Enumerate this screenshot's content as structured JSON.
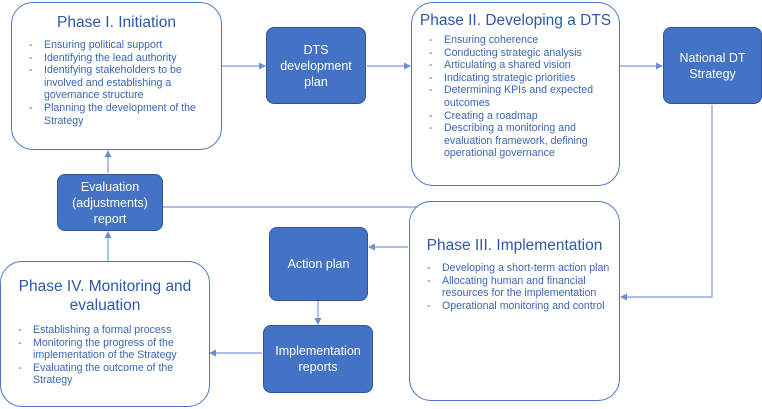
{
  "phase1": {
    "title": "Phase I. Initiation",
    "items": [
      "Ensuring political support",
      "Identifying the lead authority",
      "Identifying stakeholders to be involved and establishing a governance structure",
      "Planning the development of the Strategy"
    ]
  },
  "phase2": {
    "title": "Phase II. Developing a DTS",
    "items": [
      "Ensuring coherence",
      "Conducting strategic analysis",
      "Articulating a shared vision",
      "Indicating strategic priorities",
      "Determining KPIs and expected outcomes",
      "Creating a roadmap",
      "Describing a monitoring and evaluation framework, defining operational governance"
    ]
  },
  "phase3": {
    "title": "Phase III. Implementation",
    "items": [
      "Developing a short-term action plan",
      "Allocating human and financial resources for the implementation",
      "Operational monitoring and control"
    ]
  },
  "phase4": {
    "title": "Phase IV. Monitoring and evaluation",
    "items": [
      "Establishing a formal process",
      "Monitoring the progress of the implementation of the Strategy",
      "Evaluating the outcome of the Strategy"
    ]
  },
  "boxes": {
    "dts_plan": "DTS development plan",
    "national": "National DT Strategy",
    "evaluation": "Evaluation (adjustments) report",
    "action_plan": "Action plan",
    "impl_reports": "Implementation reports"
  },
  "colors": {
    "accent": "#4472c4",
    "border": "#2f5597",
    "text": "#2e58a6"
  }
}
